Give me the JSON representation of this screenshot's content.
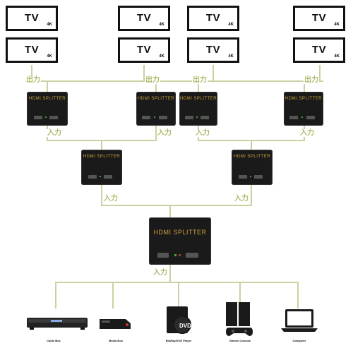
{
  "tvs": {
    "label": "TV",
    "resolution": "4K"
  },
  "labels": {
    "output": "出力",
    "input": "入力"
  },
  "splitter": {
    "brand": "HDMI SPLITTER"
  },
  "devices": [
    {
      "name": "Cable Box"
    },
    {
      "name": "Media Box"
    },
    {
      "name": "BluRay/DVD Player"
    },
    {
      "name": "Games Console"
    },
    {
      "name": "Computer"
    }
  ],
  "colors": {
    "line": "#c7d3a0",
    "label": "#a9bb66",
    "splitter_body": "#1a1a1a",
    "brand_text": "#c9a23d"
  }
}
